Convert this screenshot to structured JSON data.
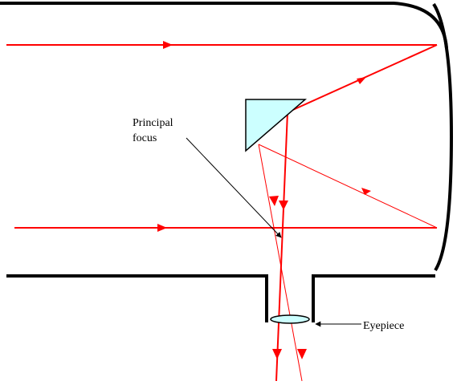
{
  "labels": {
    "principal_focus_line1": "Principal",
    "principal_focus_line2": "focus",
    "eyepiece": "Eyepiece"
  },
  "colors": {
    "ray": "#ff0000",
    "tube": "#000000",
    "mirror_fill": "#ccffff",
    "mirror_stroke": "#000000",
    "lens_fill": "#ccffff",
    "background": "#ffffff"
  }
}
